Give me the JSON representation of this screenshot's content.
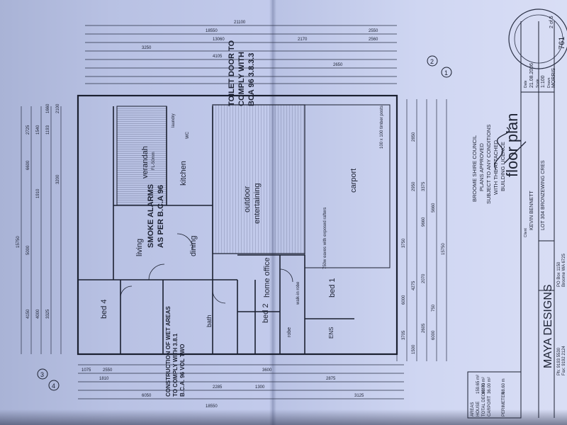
{
  "dims": {
    "top": [
      "21100",
      "18550",
      "2550",
      "2560",
      "2170",
      "13060",
      "4105",
      "2650",
      "3250"
    ],
    "bottom": [
      "18550",
      "3600",
      "6050",
      "2285",
      "2875",
      "1300",
      "1810",
      "1075",
      "2550",
      "3125"
    ],
    "left": [
      "15750",
      "5000",
      "3200",
      "4150",
      "4000",
      "3325",
      "2725",
      "1540",
      "6600",
      "1910",
      "1193",
      "1660",
      "2100"
    ],
    "right": [
      "15750",
      "6000",
      "3750",
      "2950",
      "2850",
      "5660",
      "3375",
      "3705",
      "2605",
      "4275",
      "1500",
      "2070",
      "750",
      "9660",
      "6000"
    ]
  },
  "rooms": {
    "verandah": "verandah",
    "verandah_note": "FL-50mm",
    "kitchen": "kitchen",
    "outdoor": "outdoor",
    "entertaining": "entertaining",
    "carport": "carport",
    "living": "living",
    "dining": "dining",
    "home_office": "home office",
    "bed1": "bed 1",
    "bed2": "bed 2",
    "bed4": "bed 4",
    "bath": "bath",
    "ens": "ENS",
    "robe": "robe",
    "wir": "walk-in robe",
    "laundry": "laundry",
    "wc": "WC"
  },
  "annotations": {
    "smoke": "SMOKE ALARMS",
    "smoke2": "AS PER B.C.A 96",
    "toilet_door1": "TOILET DOOR TO",
    "toilet_door2": "COMPLY WITH",
    "toilet_door3": "BCA 96 3.8.3.3",
    "construction1": "CONSTRUCTION OF WET AREAS",
    "construction2": "TO COMPLY WITH 3.8.1",
    "construction3": "B.C.A. 96  VOL TWO",
    "carport_note": "100 x 100 timber posts",
    "paving": "750w eaves with exposed rafters"
  },
  "council": {
    "line1": "BROOME SHIRE COUNCIL",
    "line2": "PLANS APPROVED",
    "line3": "SUBJECT TO ANY CONDITIONS",
    "line4": "WITH THE ATTACHED",
    "line5": "BUILDING LICENCE"
  },
  "title_block": {
    "title": "floor plan",
    "company": "MAYA DESIGNS",
    "po": "PO Box 1150",
    "town": "Broome WA 6725",
    "ph": "Ph: 9193 5530",
    "fax": "Fax: 9192 2124",
    "client_label": "Client",
    "client": "KEVIN BENNETT",
    "lot": "LOT 304 BRONZEWING CRES",
    "date_label": "Date",
    "date": "21.08.2006",
    "scale_label": "Scale",
    "scale": "1:100",
    "drawn_label": "Drawn",
    "drawn": "MORRIS",
    "sheet": "2 of 5",
    "job_no": "761"
  },
  "areas": {
    "heading": "AREAS",
    "rows": [
      {
        "label": "HOUSE",
        "value": "159.65 m²"
      },
      {
        "label": "TOTAL DECKING",
        "value": "68.70 m²"
      },
      {
        "label": "CARPORT",
        "value": "36.00 m²"
      }
    ],
    "perimeter_label": "PERIMETER",
    "perimeter_value": "68.60 m"
  },
  "markers": [
    "1",
    "2",
    "3",
    "4"
  ]
}
